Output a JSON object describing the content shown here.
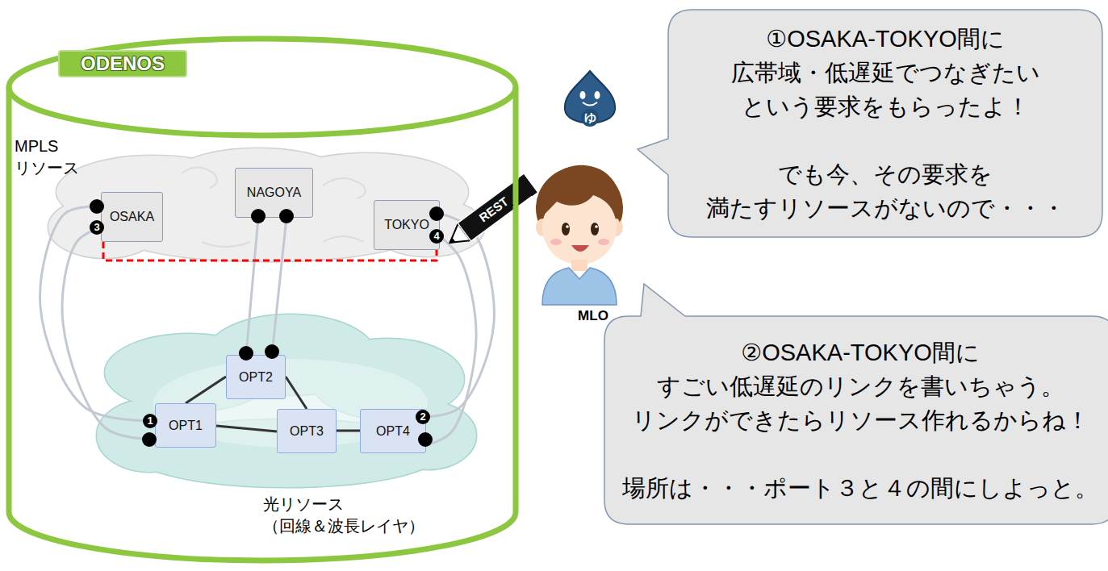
{
  "diagram": {
    "nodes": [
      {
        "text": [
          "ODENOS"
        ]
      },
      {
        "text": [
          "OSAKA"
        ],
        "in": 0
      },
      {
        "text": [
          "NAGOYA"
        ],
        "in": 0
      },
      {
        "text": [
          "TOKYO"
        ],
        "in": 0
      },
      {
        "text": [
          "OPT1"
        ],
        "in": 0
      },
      {
        "text": [
          "OPT2"
        ],
        "in": 0
      },
      {
        "text": [
          "OPT3"
        ],
        "in": 0
      },
      {
        "text": [
          "OPT4"
        ],
        "in": 0
      },
      {
        "text": [
          "①OSAKA-TOKYO間に 広帯域・低遅延でつなぎたい という要求をもらったよ！",
          "でも今、その要求を 満たすリソースがないので・・・"
        ]
      },
      {
        "text": [
          "②OSAKA-TOKYO間に すごい低遅延のリンクを書いちゃう。 リンクができたらリソース作れるからね！",
          "場所は・・・ポート３と４の間にしよっと。"
        ]
      }
    ],
    "edges": [
      {
        "from": 1,
        "to": 4,
        "arrow": "none"
      },
      {
        "from": 1,
        "to": 4,
        "arrow": "none"
      },
      {
        "from": 2,
        "to": 5,
        "arrow": "none"
      },
      {
        "from": 2,
        "to": 5,
        "arrow": "none"
      },
      {
        "from": 3,
        "to": 7,
        "arrow": "none"
      },
      {
        "from": 3,
        "to": 7,
        "arrow": "none"
      },
      {
        "from": 4,
        "to": 5,
        "arrow": "none"
      },
      {
        "from": 5,
        "to": 6,
        "arrow": "none"
      },
      {
        "from": 4,
        "to": 6,
        "arrow": "none"
      },
      {
        "from": 6,
        "to": 7,
        "arrow": "none"
      },
      {
        "from": 1,
        "to": 3,
        "arrow": "none"
      }
    ],
    "labels": [
      "MPLS リソース",
      "3",
      "4",
      "1",
      "2",
      "光リソース （回線＆波長レイヤ）",
      "ゆ",
      "REST",
      "MLO"
    ]
  }
}
